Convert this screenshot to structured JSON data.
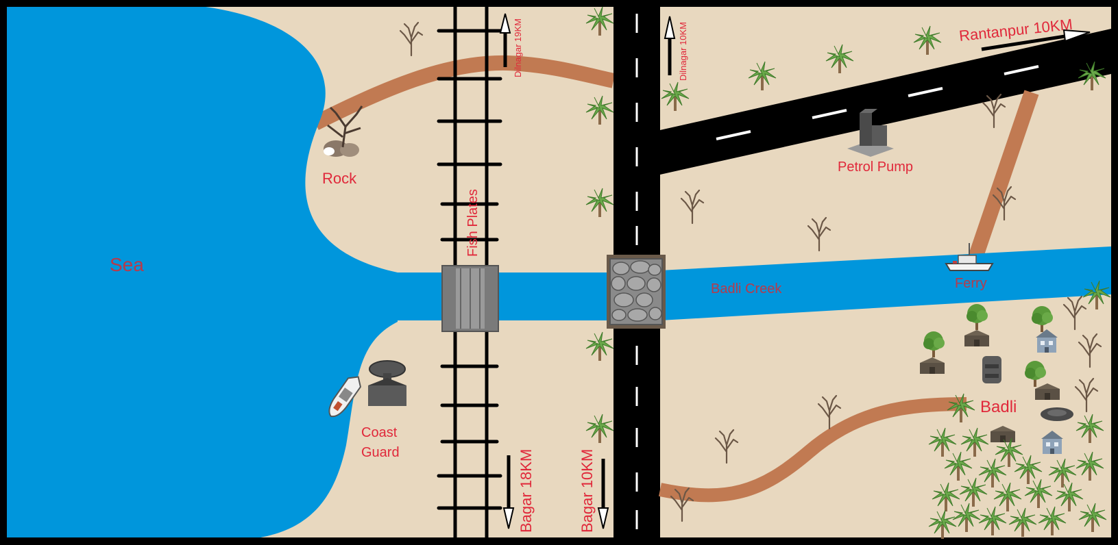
{
  "labels": {
    "sea": "Sea",
    "rock": "Rock",
    "fish_plates": "Fish Plates",
    "coast": "Coast",
    "guard": "Guard",
    "dilnagar_rail": "Dilnagar 19KM",
    "dilnagar_road": "Dilnagar 10KM",
    "bagar_rail": "Bagar 18KM",
    "bagar_road": "Bagar 10KM",
    "rantanpur": "Rantanpur 10KM",
    "petrol_pump": "Petrol Pump",
    "badli_creek": "Badli Creek",
    "ferry": "Ferry",
    "badli": "Badli"
  },
  "colors": {
    "sand": "#e8d8bf",
    "water": "#0096dc",
    "dirt_path": "#c17a52",
    "road": "#000000",
    "label_red": "#e0283a",
    "label_dark": "#b83a4a",
    "tree_green": "#5a9a3a",
    "roof_gray": "#4a4a4a"
  },
  "icons": {
    "railway": "railway-track-icon",
    "rail_bridge": "rail-bridge-icon",
    "stone_bridge": "stone-bridge-icon",
    "boat": "boat-icon",
    "ferry": "ferry-boat-icon",
    "petrol_pump": "petrol-pump-building-icon",
    "coast_guard": "coast-guard-post-icon",
    "palm": "palm-tree-icon",
    "bare_tree": "bare-tree-icon",
    "house": "house-icon",
    "hut": "hut-icon",
    "arrow": "direction-arrow-icon"
  }
}
